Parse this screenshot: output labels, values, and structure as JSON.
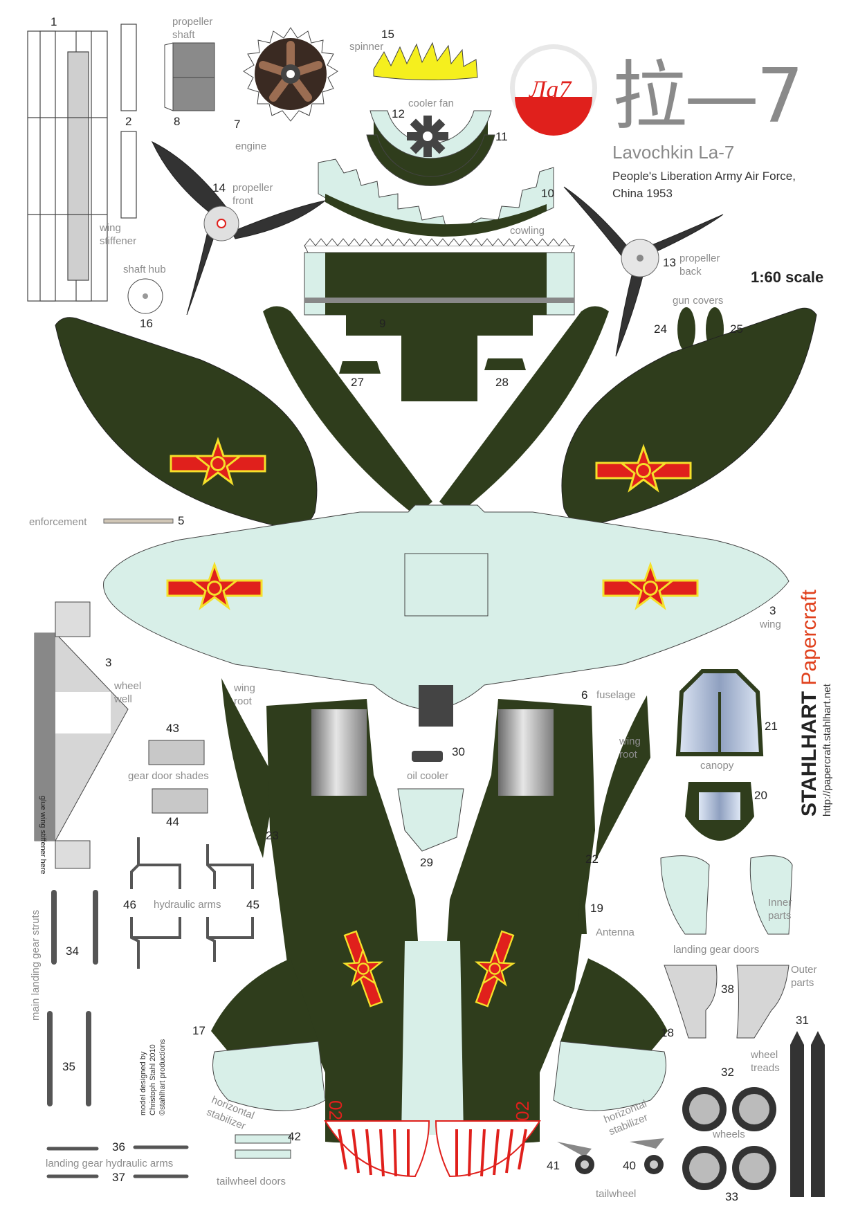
{
  "title": {
    "cn": "拉—7",
    "logo_text": "Ла7",
    "name": "Lavochkin La-7",
    "sub1": "People's Liberation Army Air Force,",
    "sub2": "China 1953",
    "scale": "1:60 scale"
  },
  "brand": {
    "name": "STAHLHART",
    "accent": "Papercraft",
    "url": "http://papercraft.stahlhart.net"
  },
  "credits": {
    "l1": "model designed by",
    "l2": "Christoph Stahl 2010",
    "l3": "©stahlhart productions"
  },
  "numbers": {
    "n1": "1",
    "n2": "2",
    "n3a": "3",
    "n3b": "3",
    "n5": "5",
    "n6": "6",
    "n7": "7",
    "n8": "8",
    "n9": "9",
    "n10": "10",
    "n11": "11",
    "n12": "12",
    "n13": "13",
    "n14": "14",
    "n15": "15",
    "n16": "16",
    "n17": "17",
    "n18": "18",
    "n19": "19",
    "n20": "20",
    "n21": "21",
    "n22": "22",
    "n23": "23",
    "n24": "24",
    "n25": "25",
    "n27": "27",
    "n28": "28",
    "n29": "29",
    "n30": "30",
    "n31": "31",
    "n32": "32",
    "n33": "33",
    "n34": "34",
    "n35": "35",
    "n36": "36",
    "n37": "37",
    "n38": "38",
    "n40": "40",
    "n41": "41",
    "n42": "42",
    "n43": "43",
    "n44": "44",
    "n45": "45",
    "n46": "46"
  },
  "labels": {
    "propeller_shaft": [
      "propeller",
      "shaft"
    ],
    "spinner": "spinner",
    "engine": "engine",
    "cooler_fan": "cooler fan",
    "wing_stiffener": [
      "wing",
      "stiffener"
    ],
    "propeller_front": [
      "propeller",
      "front"
    ],
    "cowling": "cowling",
    "shaft_hub": "shaft hub",
    "propeller_back": [
      "propeller",
      "back"
    ],
    "gun_covers": "gun covers",
    "enforcement": "enforcement",
    "wing": "wing",
    "wheel_well": [
      "wheel",
      "well"
    ],
    "glue_note": "glue wing stiffener here",
    "wing_root_left": [
      "wing",
      "root"
    ],
    "wing_root_right": [
      "wing",
      "root"
    ],
    "fuselage": "fuselage",
    "oil_cooler": "oil cooler",
    "gear_door_shades": "gear door shades",
    "canopy": "canopy",
    "hydraulic_arms": "hydraulic arms",
    "inner_parts": [
      "Inner",
      "parts"
    ],
    "antenna": "Antenna",
    "landing_gear_doors": "landing gear doors",
    "outer_parts": [
      "Outer",
      "parts"
    ],
    "main_landing_gear_struts": "main landing gear struts",
    "wheel_treads": [
      "wheel",
      "treads"
    ],
    "horizontal_stabilizer_left": [
      "horizontal",
      "stabilizer"
    ],
    "horizontal_stabilizer_right": [
      "horizontal",
      "stabilizer"
    ],
    "wheels": "wheels",
    "landing_gear_hydraulic_arms": "landing gear hydraulic arms",
    "tailwheel_doors": "tailwheel doors",
    "tailwheel": "tailwheel",
    "tail_code": "02"
  },
  "colors": {
    "olive": "#2f3d1c",
    "light_blue": "#d8efe8",
    "red": "#e0201c",
    "yellow": "#f5e02a",
    "grey": "#8a8a8a"
  }
}
